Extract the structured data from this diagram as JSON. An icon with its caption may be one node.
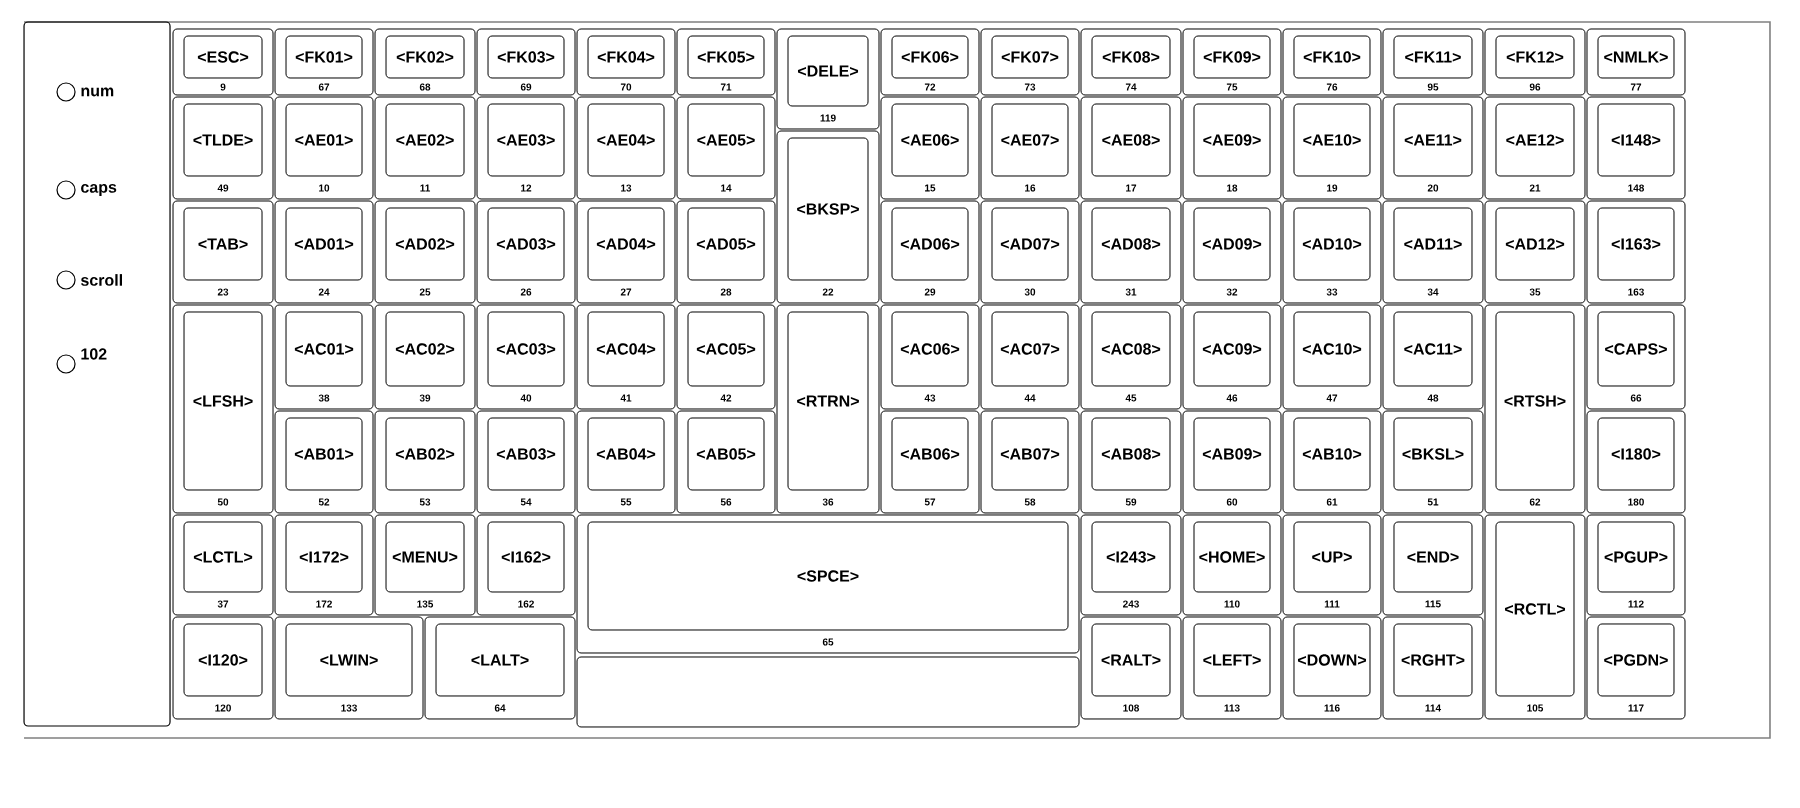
{
  "diagram": {
    "nodes": [
      {
        "text": [
          "num"
        ]
      },
      {
        "text": [
          "caps"
        ]
      },
      {
        "text": [
          "scroll"
        ]
      },
      {
        "text": [
          "102"
        ]
      },
      {
        "text": [
          "<ESC>",
          "9"
        ]
      },
      {
        "text": [
          "<FK01>",
          "67"
        ]
      },
      {
        "text": [
          "<FK02>",
          "68"
        ]
      },
      {
        "text": [
          "<FK03>",
          "69"
        ]
      },
      {
        "text": [
          "<FK04>",
          "70"
        ]
      },
      {
        "text": [
          "<FK05>",
          "71"
        ]
      },
      {
        "text": [
          "<DELE>",
          "119"
        ]
      },
      {
        "text": [
          "<FK06>",
          "72"
        ]
      },
      {
        "text": [
          "<FK07>",
          "73"
        ]
      },
      {
        "text": [
          "<FK08>",
          "74"
        ]
      },
      {
        "text": [
          "<FK09>",
          "75"
        ]
      },
      {
        "text": [
          "<FK10>",
          "76"
        ]
      },
      {
        "text": [
          "<FK11>",
          "95"
        ]
      },
      {
        "text": [
          "<FK12>",
          "96"
        ]
      },
      {
        "text": [
          "<NMLK>",
          "77"
        ]
      },
      {
        "text": [
          "<TLDE>",
          "49"
        ]
      },
      {
        "text": [
          "<AE01>",
          "10"
        ]
      },
      {
        "text": [
          "<AE02>",
          "11"
        ]
      },
      {
        "text": [
          "<AE03>",
          "12"
        ]
      },
      {
        "text": [
          "<AE04>",
          "13"
        ]
      },
      {
        "text": [
          "<AE05>",
          "14"
        ]
      },
      {
        "text": [
          "<BKSP>",
          "22"
        ]
      },
      {
        "text": [
          "<AE06>",
          "15"
        ]
      },
      {
        "text": [
          "<AE07>",
          "16"
        ]
      },
      {
        "text": [
          "<AE08>",
          "17"
        ]
      },
      {
        "text": [
          "<AE09>",
          "18"
        ]
      },
      {
        "text": [
          "<AE10>",
          "19"
        ]
      },
      {
        "text": [
          "<AE11>",
          "20"
        ]
      },
      {
        "text": [
          "<AE12>",
          "21"
        ]
      },
      {
        "text": [
          "<I148>",
          "148"
        ]
      },
      {
        "text": [
          "<TAB>",
          "23"
        ]
      },
      {
        "text": [
          "<AD01>",
          "24"
        ]
      },
      {
        "text": [
          "<AD02>",
          "25"
        ]
      },
      {
        "text": [
          "<AD03>",
          "26"
        ]
      },
      {
        "text": [
          "<AD04>",
          "27"
        ]
      },
      {
        "text": [
          "<AD05>",
          "28"
        ]
      },
      {
        "text": [
          "<AD06>",
          "29"
        ]
      },
      {
        "text": [
          "<AD07>",
          "30"
        ]
      },
      {
        "text": [
          "<AD08>",
          "31"
        ]
      },
      {
        "text": [
          "<AD09>",
          "32"
        ]
      },
      {
        "text": [
          "<AD10>",
          "33"
        ]
      },
      {
        "text": [
          "<AD11>",
          "34"
        ]
      },
      {
        "text": [
          "<AD12>",
          "35"
        ]
      },
      {
        "text": [
          "<I163>",
          "163"
        ]
      },
      {
        "text": [
          "<LFSH>",
          "50"
        ]
      },
      {
        "text": [
          "<AC01>",
          "38"
        ]
      },
      {
        "text": [
          "<AC02>",
          "39"
        ]
      },
      {
        "text": [
          "<AC03>",
          "40"
        ]
      },
      {
        "text": [
          "<AC04>",
          "41"
        ]
      },
      {
        "text": [
          "<AC05>",
          "42"
        ]
      },
      {
        "text": [
          "<RTRN>",
          "36"
        ]
      },
      {
        "text": [
          "<AC06>",
          "43"
        ]
      },
      {
        "text": [
          "<AC07>",
          "44"
        ]
      },
      {
        "text": [
          "<AC08>",
          "45"
        ]
      },
      {
        "text": [
          "<AC09>",
          "46"
        ]
      },
      {
        "text": [
          "<AC10>",
          "47"
        ]
      },
      {
        "text": [
          "<AC11>",
          "48"
        ]
      },
      {
        "text": [
          "<RTSH>",
          "62"
        ]
      },
      {
        "text": [
          "<CAPS>",
          "66"
        ]
      },
      {
        "text": [
          "<AB01>",
          "52"
        ]
      },
      {
        "text": [
          "<AB02>",
          "53"
        ]
      },
      {
        "text": [
          "<AB03>",
          "54"
        ]
      },
      {
        "text": [
          "<AB04>",
          "55"
        ]
      },
      {
        "text": [
          "<AB05>",
          "56"
        ]
      },
      {
        "text": [
          "<AB06>",
          "57"
        ]
      },
      {
        "text": [
          "<AB07>",
          "58"
        ]
      },
      {
        "text": [
          "<AB08>",
          "59"
        ]
      },
      {
        "text": [
          "<AB09>",
          "60"
        ]
      },
      {
        "text": [
          "<AB10>",
          "61"
        ]
      },
      {
        "text": [
          "<BKSL>",
          "51"
        ]
      },
      {
        "text": [
          "<I180>",
          "180"
        ]
      },
      {
        "text": [
          "<LCTL>",
          "37"
        ]
      },
      {
        "text": [
          "<I172>",
          "172"
        ]
      },
      {
        "text": [
          "<MENU>",
          "135"
        ]
      },
      {
        "text": [
          "<I162>",
          "162"
        ]
      },
      {
        "text": [
          "<SPCE>",
          "65"
        ]
      },
      {
        "text": [
          "<I243>",
          "243"
        ]
      },
      {
        "text": [
          "<HOME>",
          "110"
        ]
      },
      {
        "text": [
          "<UP>",
          "111"
        ]
      },
      {
        "text": [
          "<END>",
          "115"
        ]
      },
      {
        "text": [
          "<RCTL>",
          "105"
        ]
      },
      {
        "text": [
          "<PGUP>",
          "112"
        ]
      },
      {
        "text": [
          "<I120>",
          "120"
        ]
      },
      {
        "text": [
          "<LWIN>",
          "133"
        ]
      },
      {
        "text": [
          "<LALT>",
          "64"
        ]
      },
      {
        "text": [],
        "shape": "box"
      },
      {
        "text": [
          "<RALT>",
          "108"
        ]
      },
      {
        "text": [
          "<LEFT>",
          "113"
        ]
      },
      {
        "text": [
          "<DOWN>",
          "116"
        ]
      },
      {
        "text": [
          "<RGHT>",
          "114"
        ]
      },
      {
        "text": [
          "<PGDN>",
          "117"
        ]
      }
    ]
  }
}
